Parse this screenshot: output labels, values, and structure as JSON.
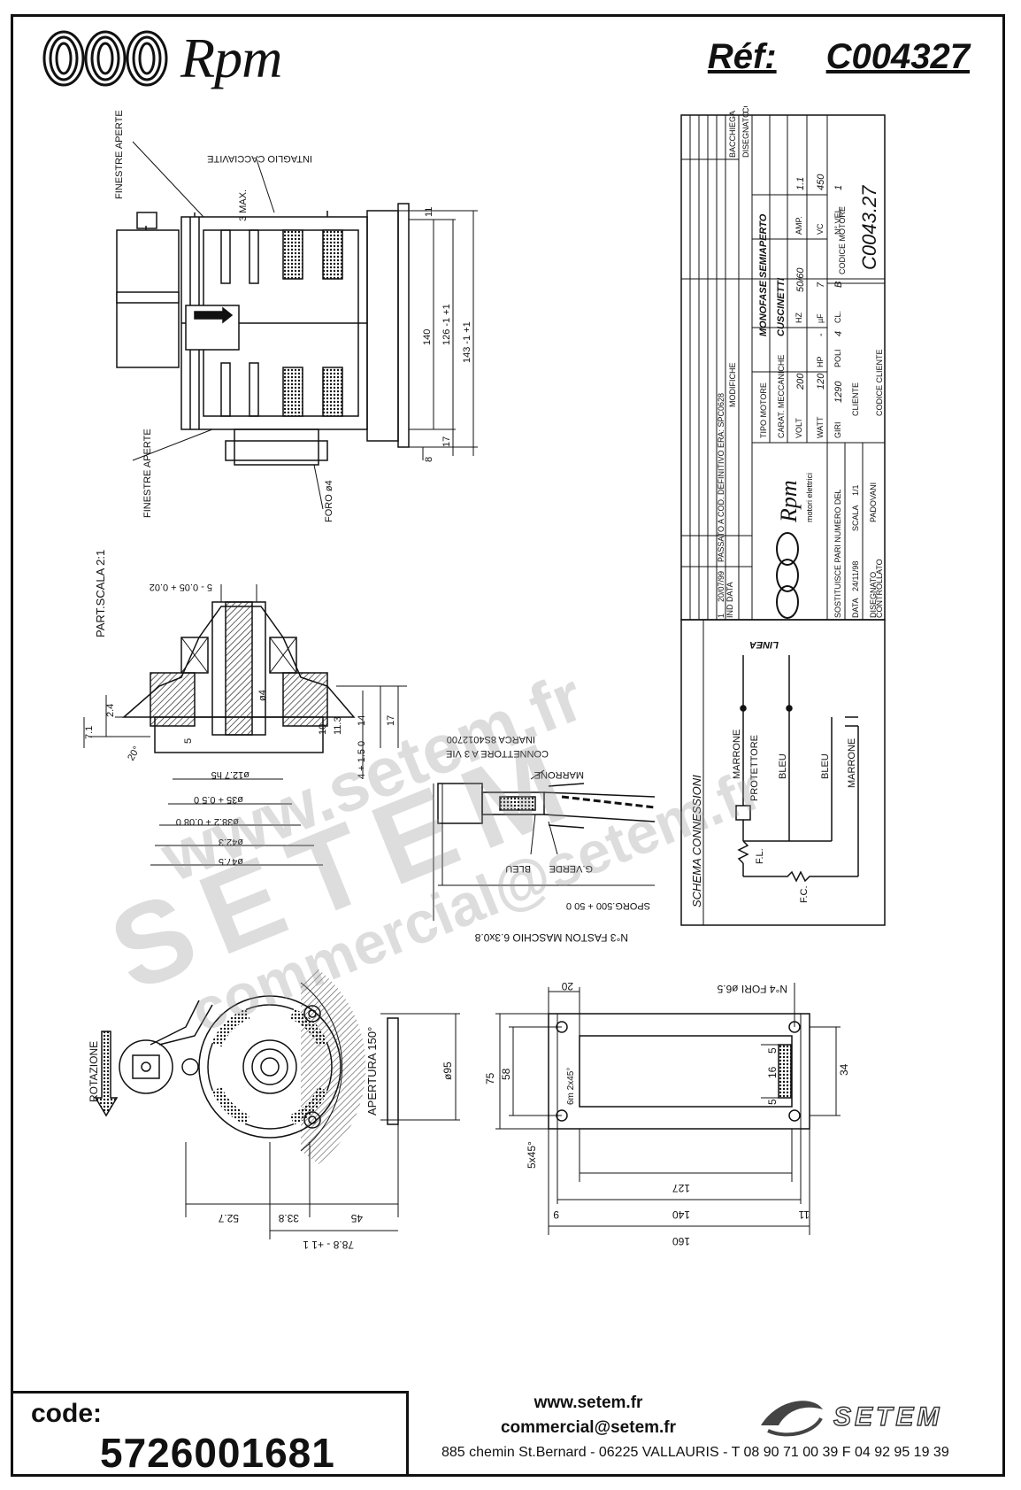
{
  "header": {
    "brand": "Rpm",
    "ref_label": "Réf:",
    "ref_value": "C004327"
  },
  "drawing": {
    "side_view": {
      "finestre_top": "FINESTRE APERTE",
      "finestre_bottom": "FINESTRE APERTE",
      "intaglio": "INTAGLIO CACCIAVITE",
      "max3": "3 MAX.",
      "foro": "FORO ø4",
      "dim_140": "140",
      "dim_126": "126 -1 +1",
      "dim_143": "143 -1 +1",
      "dim_17": "17",
      "dim_8": "8",
      "dim_11": "11"
    },
    "detail": {
      "scale": "PART.SCALA 2:1",
      "d5": "5 - 0.05 + 0.02",
      "d24": "2.4",
      "d71": "7.1",
      "d20": "20°",
      "d5b": "5",
      "d10": "10",
      "d113": "11.3",
      "d14": "14",
      "d17": "17",
      "d4": "4 + 1.5 0",
      "d4b": "ø4",
      "d127": "ø12.7 h5",
      "d35": "ø35 + 0.5 0",
      "d382": "ø38.2 + 0.08 0",
      "d423": "ø42.3",
      "d475": "ø47.5"
    },
    "connector": {
      "connettore": "CONNETTORE A 3 VIE",
      "inarca": "INARCA 8S4012700",
      "marrone": "MARRONE",
      "bleu": "BLEU",
      "gverde": "G.VERDE",
      "sporg": "SPORG.500 + 50 0",
      "faston": "N°3 FASTON MASCHIO 6.3x0.8"
    },
    "front_view": {
      "rotazione": "ROTAZIONE",
      "apertura": "APERTURA 150°",
      "d95": "ø95",
      "d527": "52.7",
      "d338": "33.8",
      "d45": "45",
      "d788": "78.8 - +1 1"
    },
    "bracket": {
      "d20": "20",
      "fori": "N°4 FORI ø6.5",
      "d75": "75",
      "d58": "58",
      "d34": "34",
      "d5a": "5",
      "d16": "16",
      "d5b": "5",
      "smusso": "5x45°",
      "gm": "6m 2x45°",
      "d127": "127",
      "d9": "9",
      "d140": "140",
      "d11": "11",
      "d160": "160"
    },
    "title_block": {
      "ind": "IND",
      "data_h": "DATA",
      "rev_ind": "1",
      "rev_data": "20/07/99",
      "modifiche": "PASSATO A COD. DEFINITIVO ERA: SPC0628",
      "modifiche_h": "MODIFICHE",
      "bacchiega": "BACCHIEGA",
      "disegnato_h": "DISEGNATO",
      "controllato_h": "CONTROLLATO",
      "tipo_motore_h": "TIPO MOTORE",
      "tipo_motore": "MONOFASE SEMIAPERTO",
      "carat_h": "CARAT. MECCANICHE",
      "carat": "CUSCINETTI",
      "volt_h": "VOLT",
      "volt": "200",
      "hz_h": "HZ",
      "hz": "50/60",
      "amp_h": "AMP.",
      "amp": "1.1",
      "watt_h": "WATT",
      "watt": "120",
      "hp_h": "HP",
      "hp": "-",
      "uf_h": "µF",
      "uf": "7",
      "vc_h": "VC",
      "vc": "450",
      "giri_h": "GIRI",
      "giri": "1290",
      "poli_h": "POLI",
      "poli": "4",
      "cl_h": "CL.",
      "cl": "B",
      "nvel_h": "N° VEL.",
      "nvel": "1",
      "brand_sub": "motori elettrici",
      "sostituisce": "SOSTITUISCE PARI NUMERO DEL",
      "sostituisce_val": "-",
      "data_label": "DATA",
      "data_val": "24/11/98",
      "scala_label": "SCALA",
      "scala_val": "1/1",
      "disegnato_label": "DISEGNATO",
      "disegnato_val": "PADOVANI",
      "controllato_label": "CONTROLLATO",
      "cliente_label": "CLIENTE",
      "codice_cliente_label": "CODICE CLIENTE",
      "codice_motore_label": "CODICE MOTORE",
      "codice_motore": "C0043.27"
    },
    "schema": {
      "title": "SCHEMA CONNESSIONI",
      "linea": "LINEA",
      "marrone1": "MARRONE",
      "protettore": "PROTETTORE",
      "bleu1": "BLEU",
      "bleu2": "BLEU",
      "marrone2": "MARRONE",
      "fl": "F.L.",
      "fc": "F.C."
    }
  },
  "watermark": {
    "line1": "www.setem.fr",
    "line2": "SETEM",
    "line3": "commercial@setem.fr"
  },
  "footer": {
    "code_label": "code:",
    "code_value": "5726001681",
    "website": "www.setem.fr",
    "email": "commercial@setem.fr",
    "address": "885 chemin St.Bernard  -  06225 VALLAURIS  -  T 08 90 71 00 39   F 04 92 95 19 39",
    "setem_logo": "SETEM"
  }
}
